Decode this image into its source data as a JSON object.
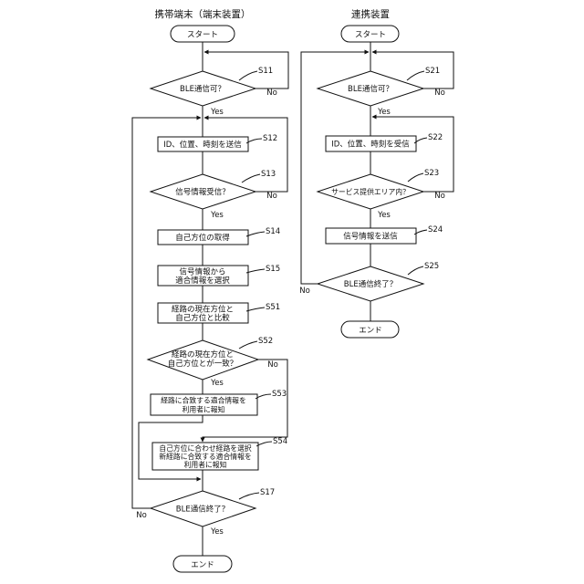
{
  "branch": {
    "yes": "Yes",
    "no": "No"
  },
  "terminal_device": {
    "title": "携帯端末（端末装置）",
    "start": "スタート",
    "end": "エンド",
    "s11": {
      "id": "S11",
      "text": "BLE通信可？"
    },
    "s12": {
      "id": "S12",
      "text": "ID、位置、時刻を送信"
    },
    "s13": {
      "id": "S13",
      "text": "信号情報受信？"
    },
    "s14": {
      "id": "S14",
      "text": "自己方位の取得"
    },
    "s15": {
      "id": "S15",
      "lines": [
        "信号情報から",
        "適合情報を選択"
      ]
    },
    "s51": {
      "id": "S51",
      "lines": [
        "経路の現在方位と",
        "自己方位と比較"
      ]
    },
    "s52": {
      "id": "S52",
      "lines": [
        "経路の現在方位と",
        "自己方位とが一致？"
      ]
    },
    "s53": {
      "id": "S53",
      "lines": [
        "経路に合致する適合情報を",
        "利用者に報知"
      ]
    },
    "s54": {
      "id": "S54",
      "lines": [
        "自己方位に合わせ経路を選択",
        "新経路に合致する適合情報を",
        "利用者に報知"
      ]
    },
    "s17": {
      "id": "S17",
      "text": "BLE通信終了？"
    }
  },
  "linked_device": {
    "title": "連携装置",
    "start": "スタート",
    "end": "エンド",
    "s21": {
      "id": "S21",
      "text": "BLE通信可？"
    },
    "s22": {
      "id": "S22",
      "text": "ID、位置、時刻を受信"
    },
    "s23": {
      "id": "S23",
      "text": "サービス提供エリア内？"
    },
    "s24": {
      "id": "S24",
      "text": "信号情報を送信"
    },
    "s25": {
      "id": "S25",
      "text": "BLE通信終了？"
    }
  }
}
